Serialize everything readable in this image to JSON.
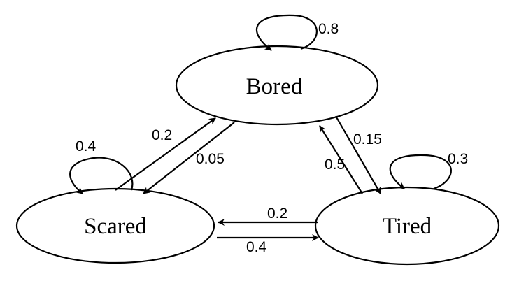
{
  "nodes": {
    "bored": {
      "label": "Bored"
    },
    "scared": {
      "label": "Scared"
    },
    "tired": {
      "label": "Tired"
    }
  },
  "edges": {
    "bored_self": {
      "from": "Bored",
      "to": "Bored",
      "label": "0.8"
    },
    "scared_self": {
      "from": "Scared",
      "to": "Scared",
      "label": "0.4"
    },
    "tired_self": {
      "from": "Tired",
      "to": "Tired",
      "label": "0.3"
    },
    "scared_to_bored": {
      "from": "Scared",
      "to": "Bored",
      "label": "0.2"
    },
    "bored_to_scared": {
      "from": "Bored",
      "to": "Scared",
      "label": "0.05"
    },
    "bored_to_tired": {
      "from": "Bored",
      "to": "Tired",
      "label": "0.15"
    },
    "tired_to_bored": {
      "from": "Tired",
      "to": "Bored",
      "label": "0.5"
    },
    "tired_to_scared": {
      "from": "Tired",
      "to": "Scared",
      "label": "0.2"
    },
    "scared_to_tired": {
      "from": "Scared",
      "to": "Tired",
      "label": "0.4"
    }
  }
}
